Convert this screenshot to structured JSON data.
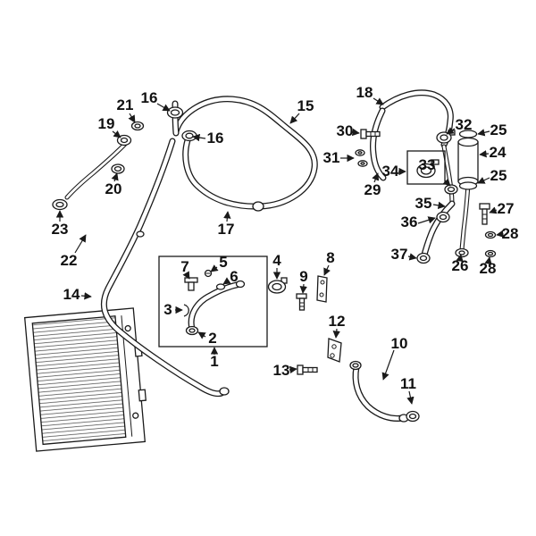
{
  "page": {
    "background_color": "#ffffff",
    "line_color": "#1a1a1a"
  },
  "diagram": {
    "type": "exploded-parts-diagram",
    "callouts": [
      {
        "text": "16"
      },
      {
        "text": "21"
      },
      {
        "text": "19"
      },
      {
        "text": "16"
      },
      {
        "text": "15"
      },
      {
        "text": "17"
      },
      {
        "text": "18"
      },
      {
        "text": "30"
      },
      {
        "text": "31"
      },
      {
        "text": "29"
      },
      {
        "text": "32"
      },
      {
        "text": "25"
      },
      {
        "text": "24"
      },
      {
        "text": "25"
      },
      {
        "text": "34"
      },
      {
        "text": "33"
      },
      {
        "text": "35"
      },
      {
        "text": "27"
      },
      {
        "text": "36"
      },
      {
        "text": "28"
      },
      {
        "text": "37"
      },
      {
        "text": "26"
      },
      {
        "text": "28"
      },
      {
        "text": "20"
      },
      {
        "text": "23"
      },
      {
        "text": "22"
      },
      {
        "text": "14"
      },
      {
        "text": "7"
      },
      {
        "text": "5"
      },
      {
        "text": "6"
      },
      {
        "text": "3"
      },
      {
        "text": "2"
      },
      {
        "text": "1"
      },
      {
        "text": "4"
      },
      {
        "text": "9"
      },
      {
        "text": "8"
      },
      {
        "text": "12"
      },
      {
        "text": "13"
      },
      {
        "text": "10"
      },
      {
        "text": "11"
      }
    ]
  }
}
